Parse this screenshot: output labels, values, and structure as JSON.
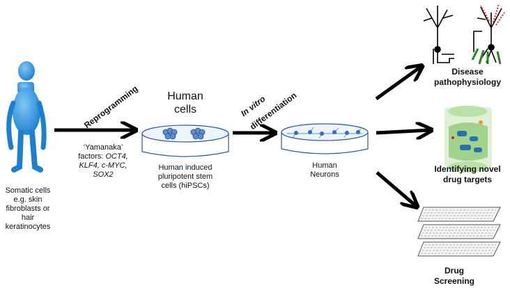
{
  "figure": {
    "source_label": "Somatic cells\ne.g. skin\nfibroblasts or hair\nkeratinocytes",
    "reprogramming_label": "Reprogramming",
    "yamanaka_label": "‘Yamanaka’\nfactors: ",
    "factors": {
      "f1": "OCT4,",
      "f2": "KLF4, c-MYC,",
      "f3": "SOX2"
    },
    "human_cells_label": "Human\ncells",
    "hipsc_label": "Human induced\npluripotent stem\ncells (hiPSCs)",
    "differentiation_label_1": "In vitro",
    "differentiation_label_2": "differentiation",
    "neurons_label": "Human\nNeurons",
    "outcomes": {
      "disease": "Disease\npathophysiology",
      "targets": "Identifying novel\ndrug targets",
      "screening": "Drug\nScreening"
    },
    "colors": {
      "figure_blue": "#2a8fd8",
      "arrow": "#000000",
      "neuron_red": "#e0201c",
      "neuron_green": "#1e8a1e"
    }
  }
}
